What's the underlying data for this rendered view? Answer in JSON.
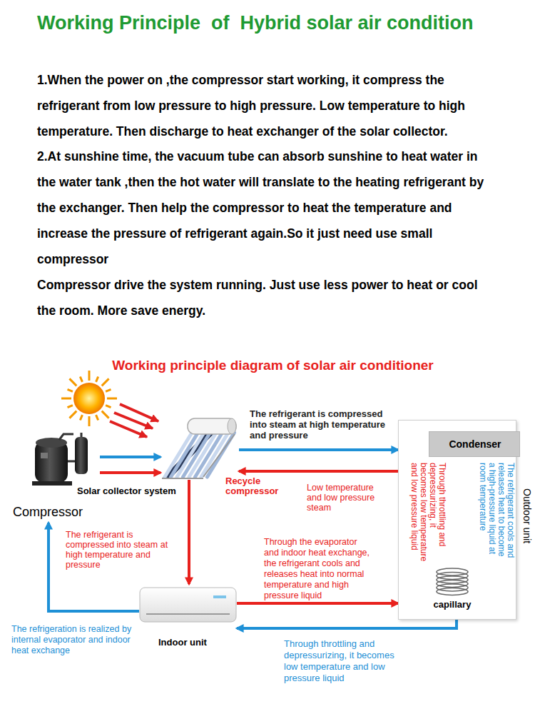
{
  "diagram": {
    "title": "Working Principle  of  Hybrid solar air condition",
    "nodes": [
      {
        "text": [
          "Compressor"
        ]
      },
      {
        "text": [
          "Solar collector system"
        ]
      },
      {
        "text": [
          "Outdoor unit"
        ]
      },
      {
        "text": [
          "Condenser"
        ],
        "in": 2
      },
      {
        "text": [
          "capillary"
        ],
        "in": 2
      },
      {
        "text": [
          "Indoor unit"
        ]
      }
    ],
    "edges": [
      {
        "from": 0,
        "to": 1,
        "arrow": "to"
      },
      {
        "from": 0,
        "to": 1,
        "arrow": "to"
      },
      {
        "from": 1,
        "to": 2,
        "label": "The refrigerant is compressed into steam at high temperature and pressure",
        "arrow": "to"
      },
      {
        "from": 2,
        "to": 1,
        "label": "Low temperature and low pressure steam",
        "arrow": "to"
      },
      {
        "from": 1,
        "to": 5,
        "label": "The refrigerant is compressed into steam at high temperature and pressure",
        "arrow": "to"
      },
      {
        "from": 5,
        "to": 2,
        "label": "Through the evaporator and indoor heat exchange, the refrigerant cools and releases heat into normal temperature and high pressure liquid",
        "arrow": "to"
      },
      {
        "from": 2,
        "to": 5,
        "label": "Through throttling and depressurizing, it becomes low temperature and low pressure liquid",
        "arrow": "to"
      },
      {
        "from": 5,
        "to": 0,
        "label": "The refrigeration is realized by internal evaporator and indoor heat exchange",
        "arrow": "to"
      },
      {
        "from": 3,
        "to": 4,
        "label": "The refrigerant cools and releases heat to become a high-pressure liquid at room temperature",
        "arrow": "to"
      },
      {
        "from": 4,
        "to": 3,
        "label": "Through throttling and depressurizing, it becomes low temperature and low pressure liquid",
        "arrow": "to"
      }
    ],
    "labels": [
      "1.When the power on ,the compressor start working, it compress the refrigerant from low pressure to high pressure. Low temperature to high temperature. Then discharge to heat exchanger of the solar collector.",
      "2.At sunshine time, the vacuum tube can absorb sunshine to heat water in the water tank ,then the hot water will translate to the heating refrigerant by the exchanger. Then help the compressor to heat the temperature and increase the pressure of refrigerant again.So it just need use small compressor",
      "Compressor drive the system running. Just use less power to heat or cool the room. More save energy.",
      "Working principle diagram of solar air conditioner",
      "Recycle compressor"
    ]
  }
}
